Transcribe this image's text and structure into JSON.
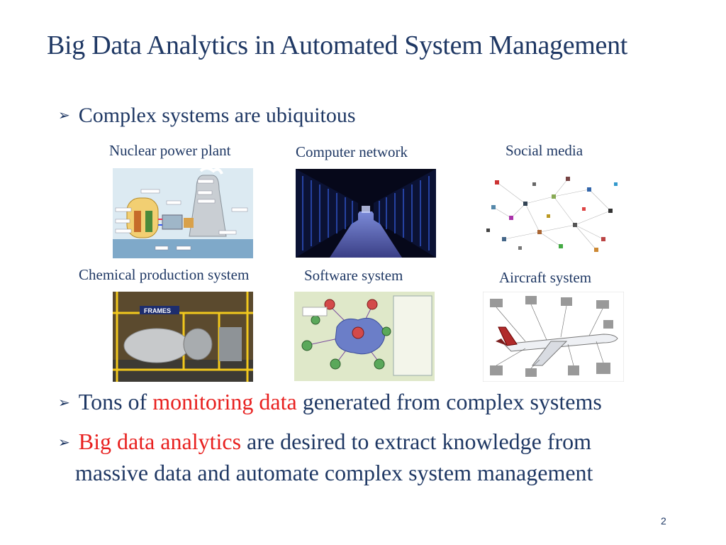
{
  "slide": {
    "title": "Big Data Analytics in Automated System Management",
    "page_number": "2"
  },
  "bullets": {
    "b1": {
      "text": "Complex systems are ubiquitous"
    },
    "b2": {
      "pre": "Tons of ",
      "highlight": "monitoring data",
      "post": " generated from complex systems"
    },
    "b3": {
      "highlight": "Big data analytics",
      "post": " are desired to extract knowledge from",
      "line2": "massive data and automate complex system management"
    }
  },
  "systems": [
    {
      "caption": "Nuclear power plant",
      "image_icon": "nuclear-power-plant-diagram"
    },
    {
      "caption": "Computer network",
      "image_icon": "data-center-photo"
    },
    {
      "caption": "Social media",
      "image_icon": "social-network-graph"
    },
    {
      "caption": "Chemical production system",
      "image_icon": "chemical-plant-photo"
    },
    {
      "caption": "Software system",
      "image_icon": "software-architecture-diagram"
    },
    {
      "caption": "Aircraft system",
      "image_icon": "aircraft-components-diagram"
    }
  ],
  "colors": {
    "text": "#1f3864",
    "highlight": "#e8201f"
  }
}
